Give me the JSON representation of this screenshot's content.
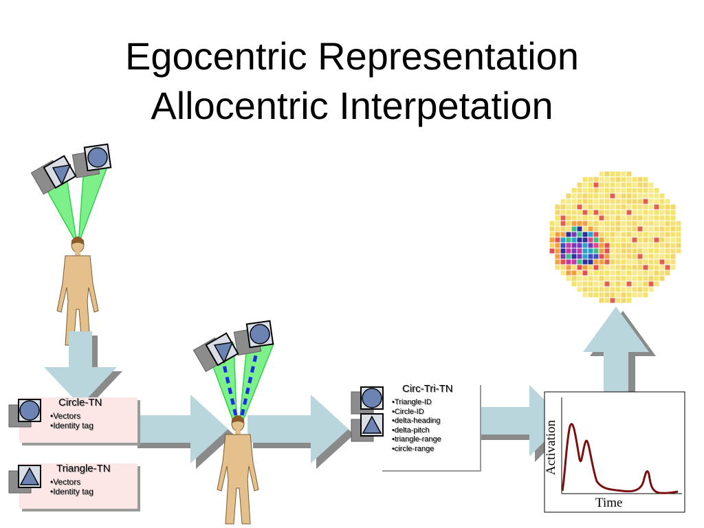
{
  "title": {
    "line1": "Egocentric Representation",
    "line2": "Allocentric Interpetation"
  },
  "circle_tn": {
    "title": "Circle-TN",
    "bullets": [
      "Vectors",
      "Identity tag"
    ]
  },
  "triangle_tn": {
    "title": "Triangle-TN",
    "bullets": [
      "Vectors",
      "Identity tag"
    ]
  },
  "circ_tri_tn": {
    "title": "Circ-Tri-TN",
    "bullets": [
      "Triangle-ID",
      "Circle-ID",
      "delta-heading",
      "delta-pitch",
      "triangle-range",
      "circle-range"
    ]
  },
  "activation_chart": {
    "xlabel": "Time",
    "ylabel": "Activation"
  },
  "colors": {
    "shape_fill": "#6b84b4",
    "beam_fill": "#7ef08a",
    "arrow": "#b9d6dc",
    "arrow_shadow": "#8a8a8a",
    "dots": "#1a2ee6",
    "curve": "#7a0f0f"
  },
  "icons": [
    "human-figure-icon",
    "circle-target-icon",
    "triangle-target-icon",
    "heatmap-icon"
  ]
}
